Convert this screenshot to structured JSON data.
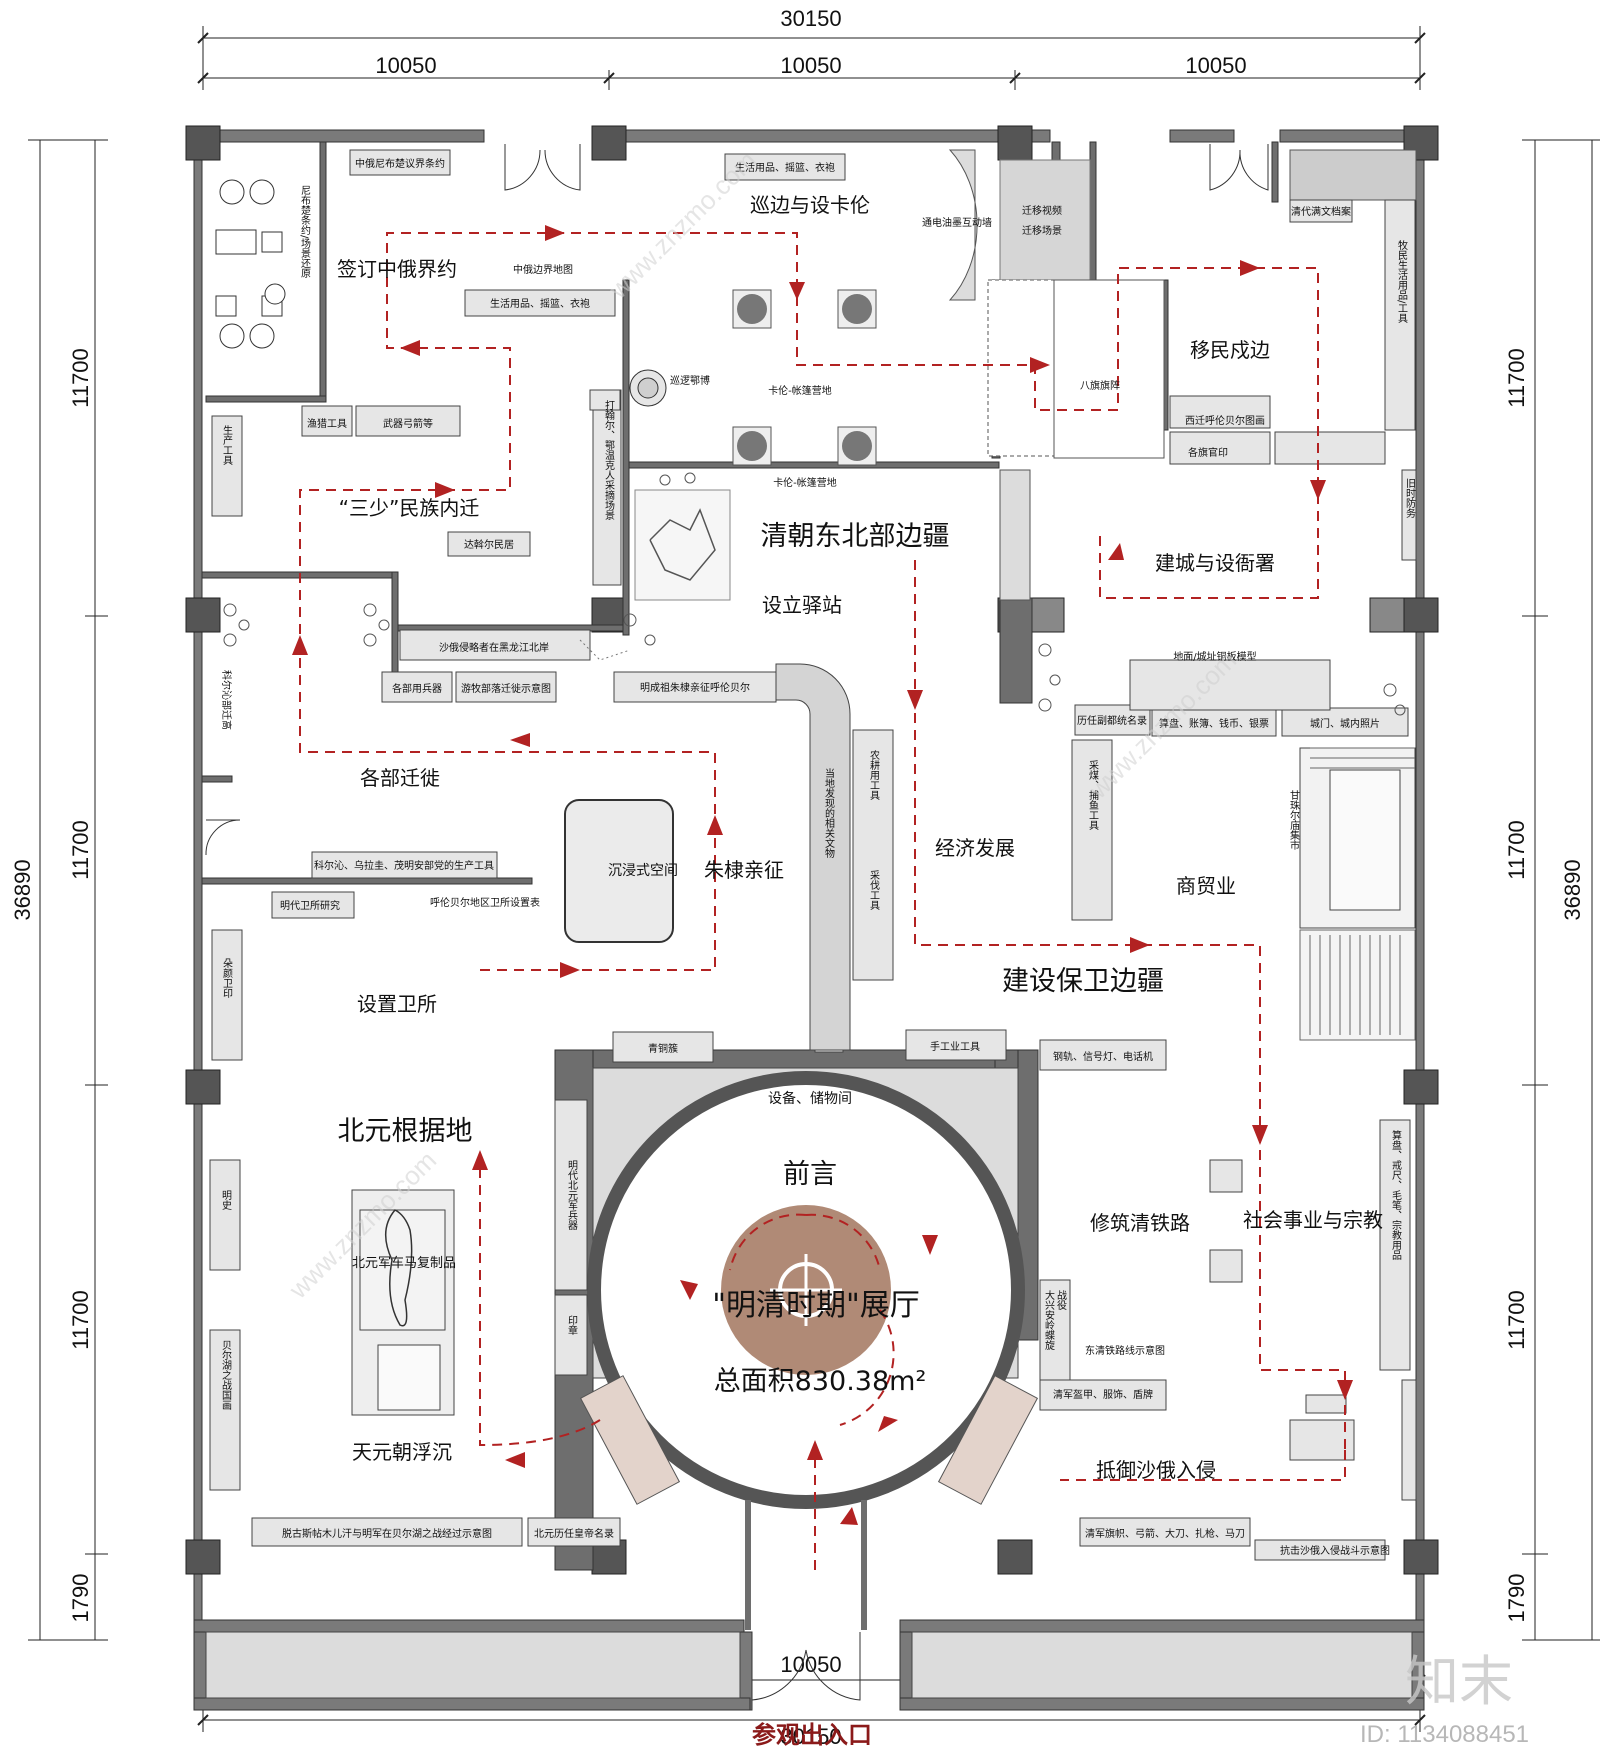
{
  "dimensions": {
    "total_width": "30150",
    "segment": "10050",
    "total_height": "36890",
    "row_a": "11700",
    "row_b": "1790"
  },
  "titles": {
    "hall_name": "\"明清时期\"展厅",
    "area": "总面积830.38m²",
    "preface": "前言",
    "entrance": "参观出入口"
  },
  "zones": {
    "qing_ne": "清朝东北部边疆",
    "beiyuan": "北元根据地",
    "jianshe": "建设保卫边疆",
    "sign_treaty": "签订中俄界约",
    "patrol": "巡边与设卡伦",
    "migrate": "移民戍边",
    "three_few": "“三少”民族内迁",
    "jianyi": "设立驿站",
    "cheng": "建城与设衙署",
    "qiantu": "各部迁徙",
    "zhudi": "朱棣亲征",
    "weisuo": "设置卫所",
    "jingji": "经济发展",
    "shangmao": "商贸业",
    "tielu": "修筑清铁路",
    "shehui": "社会事业与宗教",
    "dikang": "抵御沙俄入侵",
    "tianyuan": "天元朝浮沉",
    "chenjin": "沉浸式空间"
  },
  "labels": {
    "nbcl": "中俄尼布楚议界条约",
    "life1": "生活用品、摇篮、衣袍",
    "life2": "生活用品、摇篮、衣袍",
    "map_border": "中俄边界地图",
    "tongdian": "通电油墨互动墙",
    "qianyi_video": "迁移视频",
    "qianyi_scene": "迁移场景",
    "qing_archive": "清代满文档案",
    "kalun_camp": "卡伦-帐篷营地",
    "kalun_camp2": "卡伦-帐篷营地",
    "xunluo": "巡逻鄂博",
    "baqi": "八旗旗阵",
    "xiqian": "西迁呼伦贝尔图画",
    "geqi": "各旗官印",
    "yulie": "渔猎工具",
    "wuqi": "武器弓箭等",
    "dawoer": "达斡尔民居",
    "shae": "沙俄侵略者在黑龙江北岸",
    "gebu": "各部用兵器",
    "youmu": "游牧部落迁徙示意图",
    "mingcheng": "明成祖朱棣亲征呼伦贝尔",
    "dimian": "地面/城址铜板模型",
    "lirenfu": "历任副都统名录",
    "suanpan": "算盘、账簿、钱币、银票",
    "chengmen": "城门、城内照片",
    "keerqin": "科尔沁、乌拉圭、茂明安部党的生产工具",
    "mingdai_ws": "明代卫所研究",
    "hulun_ws": "呼伦贝尔地区卫所设置表",
    "qingtong": "青铜簇",
    "shougong": "手工业工具",
    "gangui": "钢轨、信号灯、电话机",
    "shebei": "设备、储物间",
    "dongqing": "东清铁路线示意图",
    "qingjun": "清军盔甲、服饰、盾牌",
    "beiyuan_car": "北元军车马复制品",
    "tuogusi": "脱古斯帖木儿汗与明军在贝尔湖之战经过示意图",
    "beiyuan_emp": "北元历任皇帝名录",
    "qingjun_wq": "清军旗帜、弓箭、大刀、扎枪、马刀",
    "kangji": "抗击沙俄入侵战斗示意图",
    "kerqin_r": "科尔沁部迁高"
  },
  "vertical_labels": {
    "nbc_scene": "尼布楚条约/场景还原",
    "shengchan": "生产工具",
    "dawoer_v": "打翰尔、鄂温克人采摘场景",
    "muming": "牧民生活用品/工具",
    "jiuqi": "旧时防务",
    "dangdi": "当地发现的相关文物",
    "nonggeng": "农耕用工具",
    "caifa": "采伐工具",
    "caimei": "采煤、捕鱼工具",
    "ganzhuer": "甘珠尔庙集市",
    "duoyan": "朵颜卫印",
    "mingshi": "明史",
    "beierhu": "贝尔湖之战国画",
    "mingdai_bj": "明代北元军兵器",
    "yinzhang": "印章",
    "zhanzheng": "战役",
    "daxinganling": "大兴安岭蝶旋",
    "suanpan_v": "算盘、戒尺、毛笔、宗教用品"
  },
  "watermark": {
    "brand": "知末",
    "id": "ID: 1134088451",
    "site": "www.znzmo.com"
  }
}
